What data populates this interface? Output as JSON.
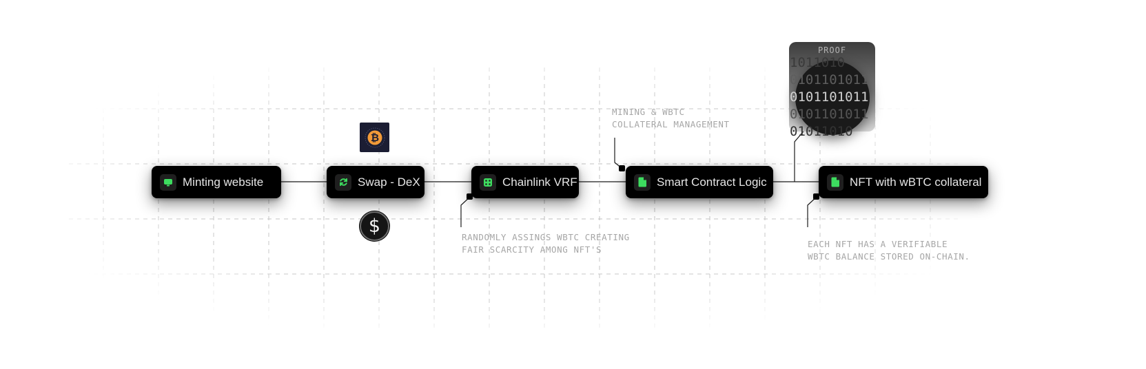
{
  "colors": {
    "node_bg": "#000000",
    "icon_green": "#3ddc5f",
    "label": "#e6e6e6",
    "note_text": "#a6a6a6",
    "btc_orange": "#f29a38"
  },
  "nodes": [
    {
      "id": "minting",
      "label": "Minting website",
      "icon": "monitor-icon"
    },
    {
      "id": "swap",
      "label": "Swap - DeX",
      "icon": "swap-icon"
    },
    {
      "id": "vrf",
      "label": "Chainlink VRF",
      "icon": "dice-icon"
    },
    {
      "id": "contract",
      "label": "Smart Contract Logic",
      "icon": "document-icon"
    },
    {
      "id": "nft",
      "label": "NFT with wBTC collateral",
      "icon": "document-icon"
    }
  ],
  "notes": {
    "mining": [
      "MINING & WBTC",
      "COLLATERAL MANAGEMENT"
    ],
    "random": [
      "RANDOMLY ASSINGS WBTC CREATING",
      "FAIR SCARCITY AMONG NFT'S"
    ],
    "balance": [
      "EACH NFT HAS A VERIFIABLE",
      "WBTC BALANCE STORED ON-CHAIN."
    ]
  },
  "badges": {
    "bitcoin": {
      "icon": "bitcoin-icon"
    },
    "dollar": {
      "symbol": "$",
      "icon": "dollar-icon"
    }
  },
  "proof": {
    "title": "PROOF",
    "bits": [
      "1011010",
      "0101101011",
      "0101101011",
      "0101101011",
      "01011010"
    ]
  }
}
